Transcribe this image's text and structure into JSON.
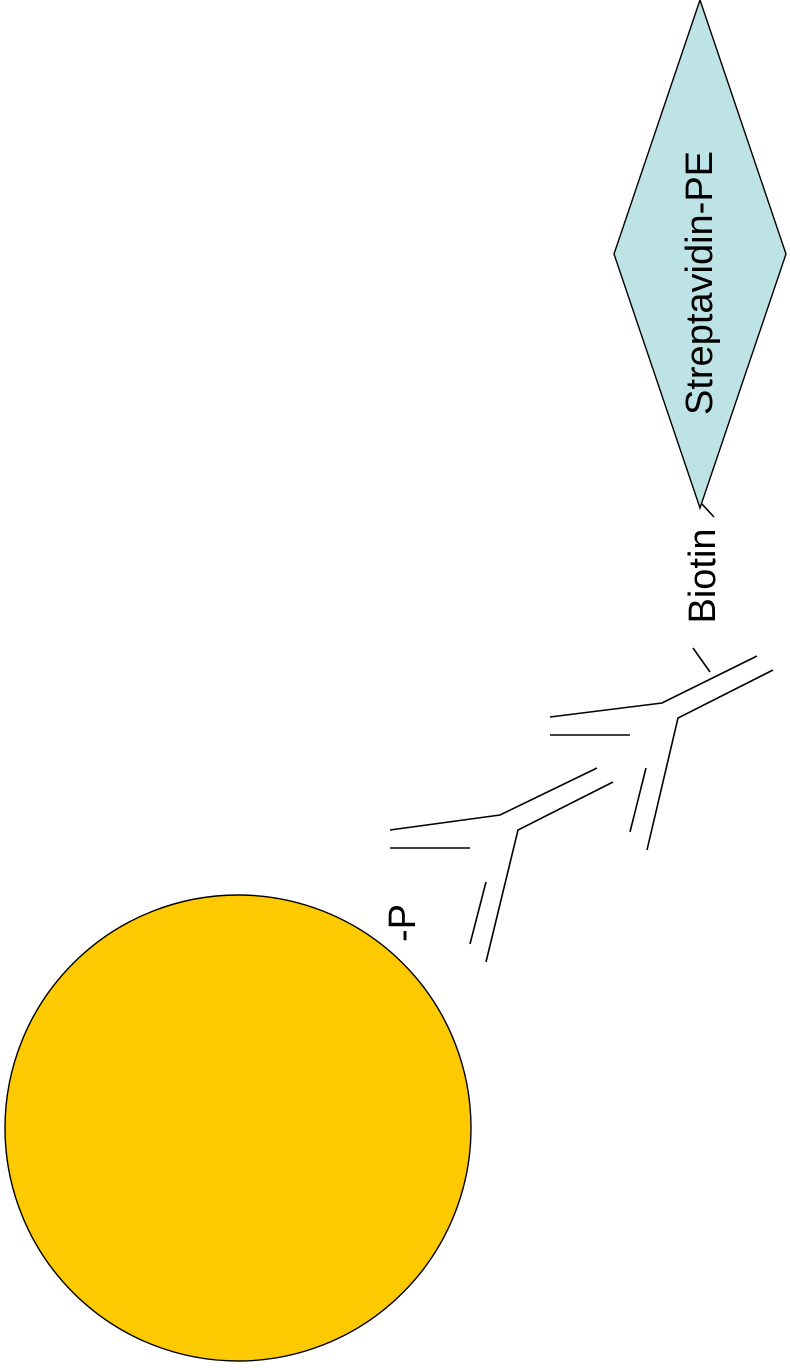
{
  "labels": {
    "streptavidin": "Streptavidin-PE",
    "biotin": "Biotin",
    "phosphate": "-P"
  },
  "colors": {
    "bead": "#FDC900",
    "streptavidin": "#BEE3E6",
    "outline": "#000000",
    "background": "#FFFFFF"
  }
}
